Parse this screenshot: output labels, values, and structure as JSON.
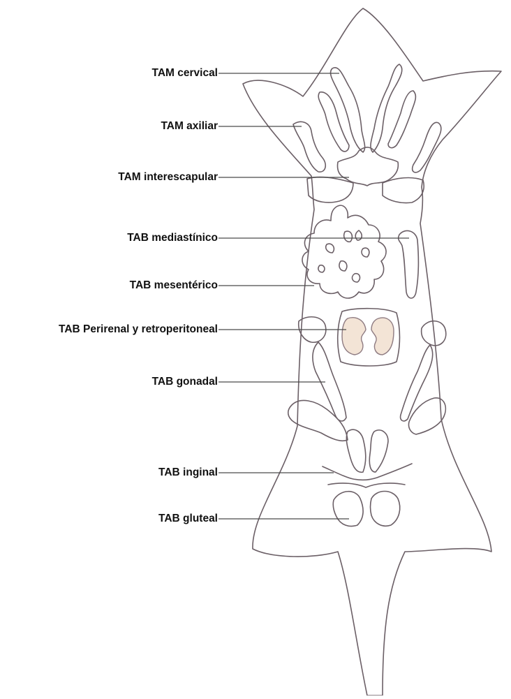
{
  "labels": [
    {
      "id": "tam-cervical",
      "text": "TAM cervical"
    },
    {
      "id": "tam-axiliar",
      "text": "TAM axiliar"
    },
    {
      "id": "tam-interescapular",
      "text": "TAM interescapular"
    },
    {
      "id": "tab-mediastinico",
      "text": "TAB mediastínico"
    },
    {
      "id": "tab-mesenterico",
      "text": "TAB mesentérico"
    },
    {
      "id": "tab-perirenal",
      "text": "TAB Perirenal y retroperitoneal"
    },
    {
      "id": "tab-gonadal",
      "text": "TAB gonadal"
    },
    {
      "id": "tab-inginal",
      "text": "TAB inginal"
    },
    {
      "id": "tab-gluteal",
      "text": "TAB gluteal"
    }
  ],
  "colors": {
    "outline": "#6b5f66",
    "leader": "#4a4a4a",
    "kidney_fill": "#f3e4d6",
    "kidney_stroke": "#8f7c82",
    "background": "#ffffff"
  }
}
